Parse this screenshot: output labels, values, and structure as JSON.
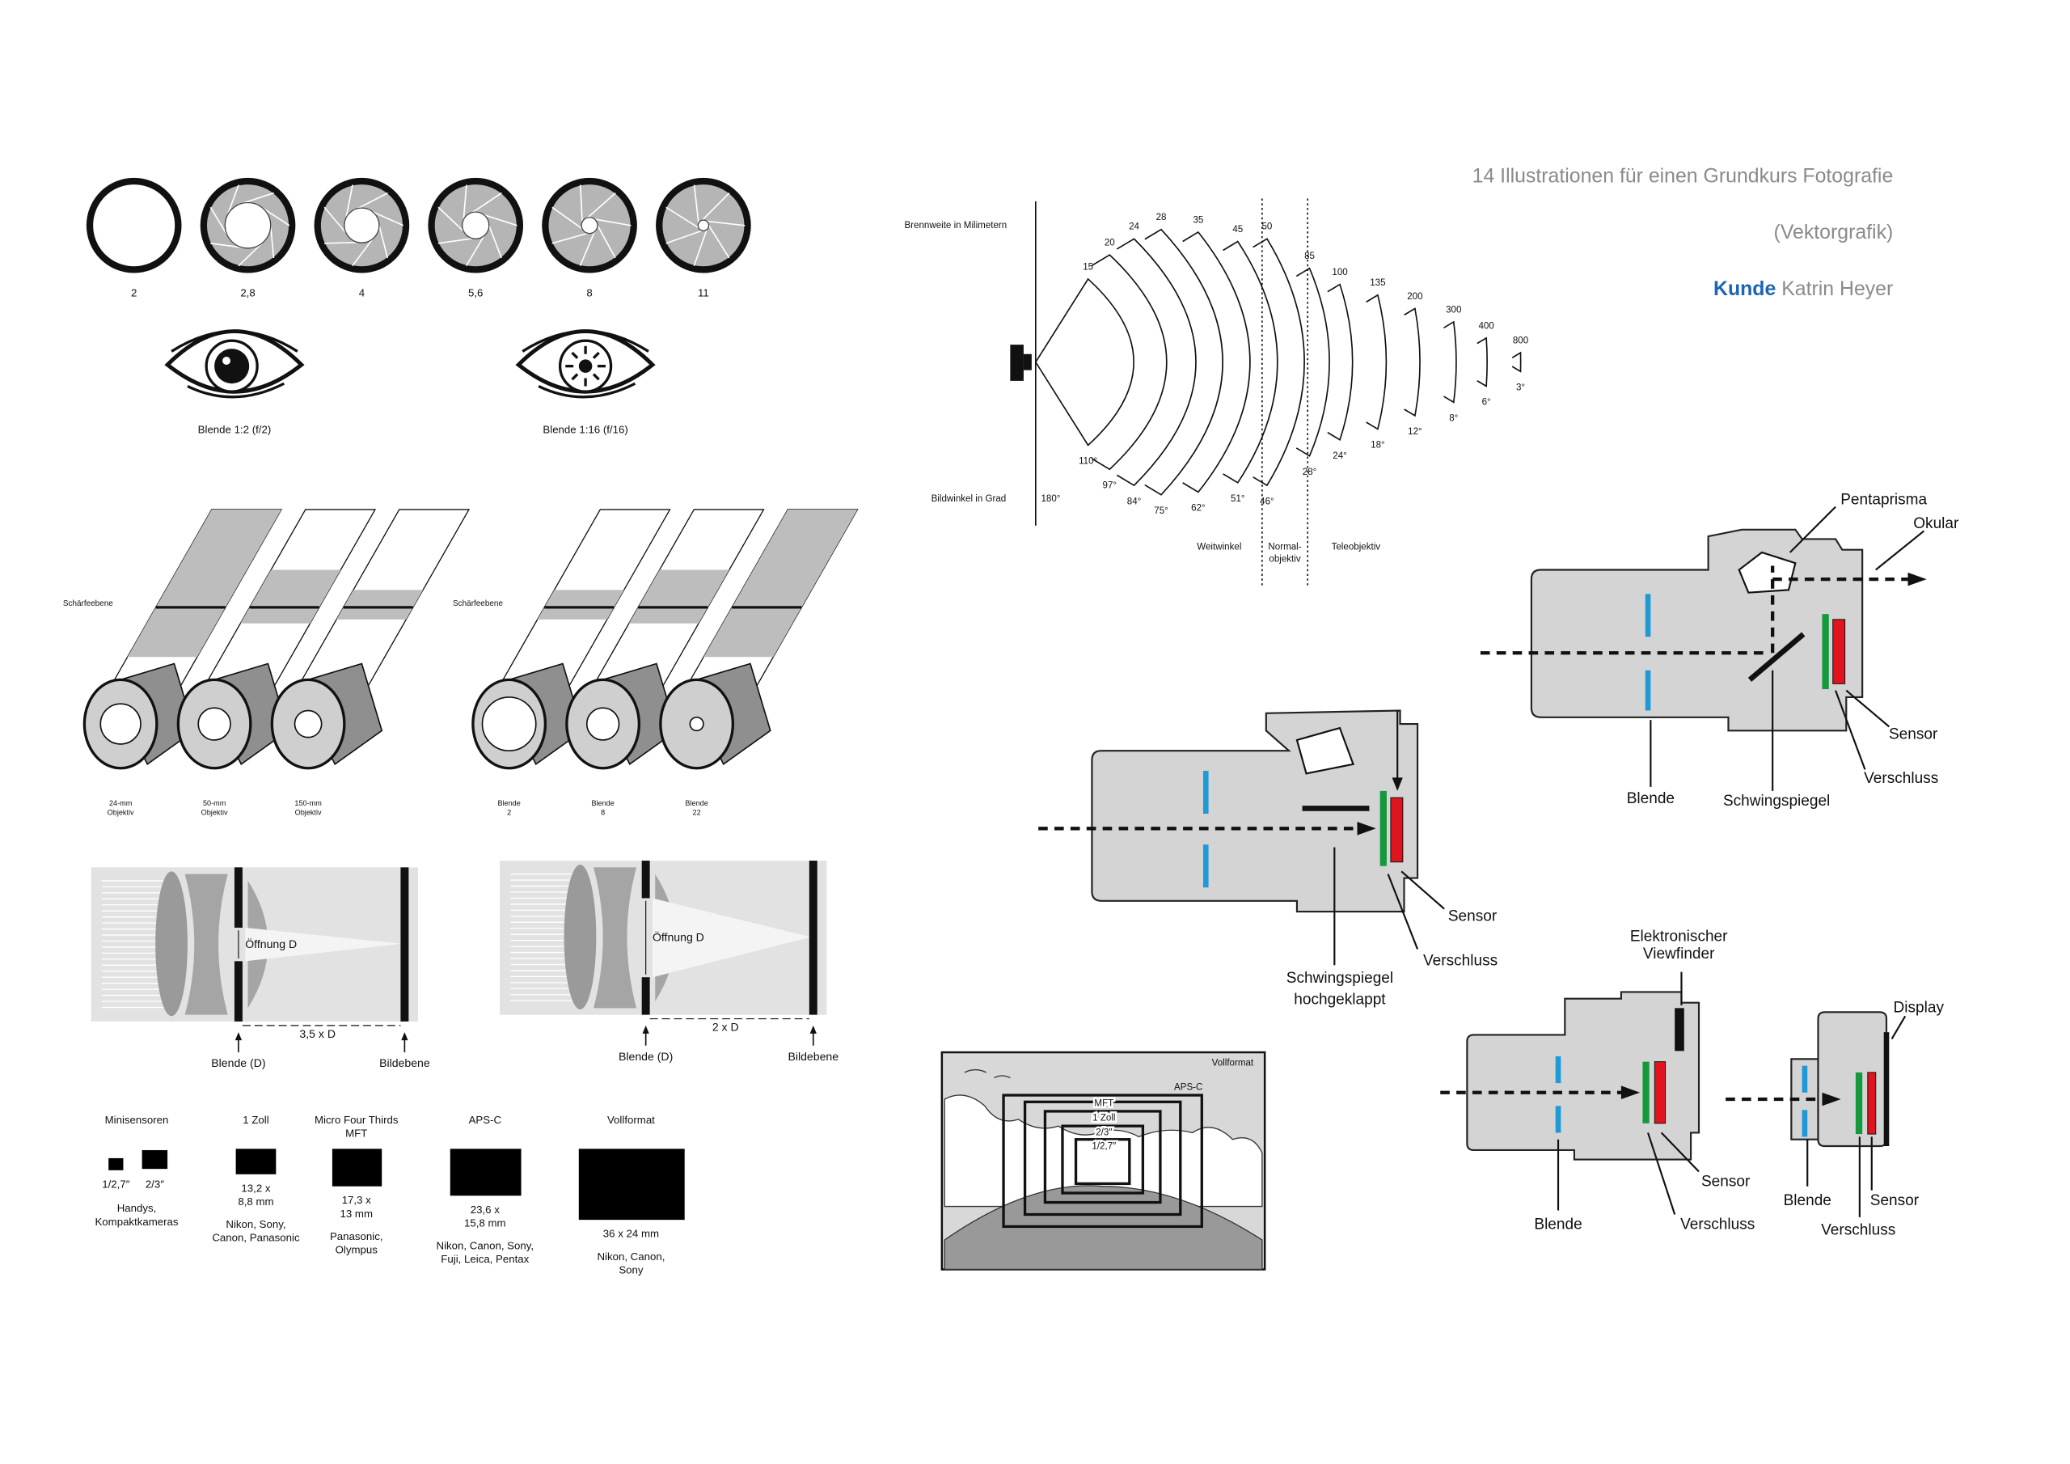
{
  "header": {
    "title": "14 Illustrationen für einen Grundkurs Fotografie",
    "subtitle": "(Vektorgrafik)",
    "client_label": "Kunde",
    "client_name": "Katrin Heyer",
    "accent": "#1c64b4"
  },
  "apertures": [
    "2",
    "2,8",
    "4",
    "5,6",
    "8",
    "11"
  ],
  "eyes": [
    "Blende 1:2 (f/2)",
    "Blende 1:16 (f/16)"
  ],
  "depth_of_field": {
    "plane_label": "Schärfeebene",
    "lenses": [
      [
        "24-mm",
        "Objektiv"
      ],
      [
        "50-mm",
        "Objektiv"
      ],
      [
        "150-mm",
        "Objektiv"
      ]
    ],
    "apertures": [
      [
        "Blende",
        "2"
      ],
      [
        "Blende",
        "8"
      ],
      [
        "Blende",
        "22"
      ]
    ]
  },
  "optics": [
    {
      "opening": "Öffnung D",
      "distance": "3,5 x D",
      "stop": "Blende (D)",
      "image_plane": "Bildebene"
    },
    {
      "opening": "Öffnung D",
      "distance": "2 x D",
      "stop": "Blende (D)",
      "image_plane": "Bildebene"
    }
  ],
  "sensors": [
    {
      "title": "Minisensoren",
      "sizes": [
        "1/2,7″",
        "2/3″"
      ],
      "dims": [],
      "makers": [
        "Handys,",
        "Kompaktkameras"
      ]
    },
    {
      "title": "1 Zoll",
      "sizes": [],
      "dims": [
        "13,2 x",
        "8,8 mm"
      ],
      "makers": [
        "Nikon, Sony,",
        "Canon, Panasonic"
      ]
    },
    {
      "title": "Micro Four Thirds",
      "subtitle": "MFT",
      "sizes": [],
      "dims": [
        "17,3 x",
        "13 mm"
      ],
      "makers": [
        "Panasonic,",
        "Olympus"
      ]
    },
    {
      "title": "APS-C",
      "sizes": [],
      "dims": [
        "23,6 x",
        "15,8 mm"
      ],
      "makers": [
        "Nikon, Canon, Sony,",
        "Fuji, Leica, Pentax"
      ]
    },
    {
      "title": "Vollformat",
      "sizes": [],
      "dims": [
        "36 x 24 mm"
      ],
      "makers": [
        "Nikon, Canon,",
        "Sony"
      ]
    }
  ],
  "focal": {
    "focal_label": "Brennweite in Milimetern",
    "angle_label": "Bildwinkel in Grad",
    "eye_angle": "180°",
    "lenses": [
      {
        "mm": "15",
        "angle": "110°"
      },
      {
        "mm": "20",
        "angle": "97°"
      },
      {
        "mm": "24",
        "angle": "84°"
      },
      {
        "mm": "28",
        "angle": "75°"
      },
      {
        "mm": "35",
        "angle": "62°"
      },
      {
        "mm": "45",
        "angle": "51°"
      },
      {
        "mm": "50",
        "angle": "46°"
      },
      {
        "mm": "85",
        "angle": "28°"
      },
      {
        "mm": "100",
        "angle": "24°"
      },
      {
        "mm": "135",
        "angle": "18°"
      },
      {
        "mm": "200",
        "angle": "12°"
      },
      {
        "mm": "300",
        "angle": "8°"
      },
      {
        "mm": "400",
        "angle": "6°"
      },
      {
        "mm": "800",
        "angle": "3°"
      }
    ],
    "groups": [
      "Weitwinkel",
      "Normal-",
      "objektiv",
      "Teleobjektiv"
    ]
  },
  "cameras": {
    "dslr": {
      "pentaprism": "Pentaprisma",
      "eyepiece": "Okular",
      "sensor": "Sensor",
      "shutter": "Verschluss",
      "aperture": "Blende",
      "mirror": "Schwingspiegel"
    },
    "dslr_up": {
      "sensor": "Sensor",
      "shutter": "Verschluss",
      "mirror_1": "Schwingspiegel",
      "mirror_2": "hochgeklappt"
    },
    "mirrorless": {
      "evf_1": "Elektronischer",
      "evf_2": "Viewfinder",
      "sensor": "Sensor",
      "shutter": "Verschluss",
      "aperture": "Blende"
    },
    "compact": {
      "display": "Display",
      "aperture": "Blende",
      "sensor": "Sensor",
      "shutter": "Verschluss"
    },
    "colors": {
      "aperture": "#1e9ad6",
      "sensor": "#e0141e",
      "shutter": "#149a3c",
      "body": "#d4d4d4"
    }
  },
  "crop": {
    "full": "Vollformat",
    "apsc": "APS-C",
    "mft": "MFT",
    "one_inch": "1 Zoll",
    "two_thirds": "2/3″",
    "small": "1/2,7″"
  }
}
